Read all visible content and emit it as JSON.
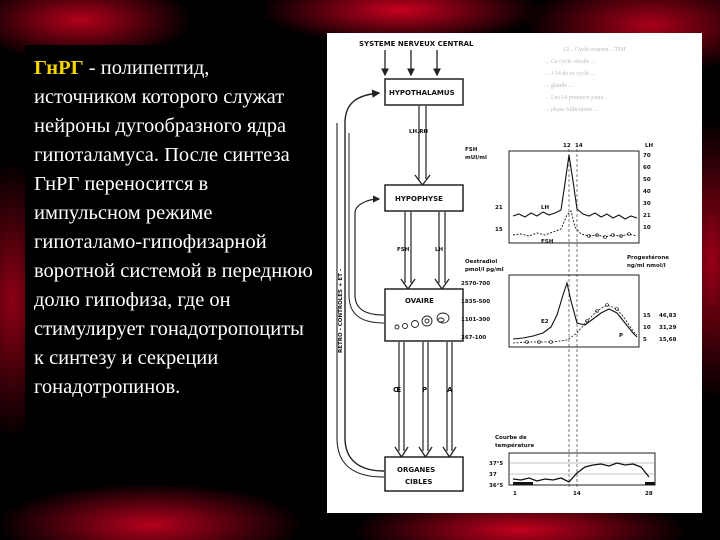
{
  "slide": {
    "term": "ГнРГ",
    "text": " - полипептид, источником которого служат нейроны дугообразного ядра гипоталамуса. После синтеза ГнРГ переносится в импульсном режиме гипоталамо-гипофизарной воротной системой в переднюю долю гипофиза, где он стимулирует гонадотропоциты к синтезу и секреции гонадотропинов."
  },
  "diagram": {
    "top": "SYSTEME NERVEUX CENTRAL",
    "hypothalamus": "HYPOTHALAMUS",
    "lhrh": "LH.RH",
    "hypophyse": "HYPOPHYSE",
    "fsh": "FSH",
    "lh": "LH",
    "ovaire": "OVAIRE",
    "oe": "Œ",
    "p": "P",
    "a": "A",
    "organes_line1": "ORGANES",
    "organes_line2": "CIBLES",
    "feedback": "RETRO - CONTROLES + ET -",
    "ghost_lines": [
      "12... Cycle ovarien... TSH",
      "... Ce cycle résulte ...",
      "... J 14 de ce cycle ...",
      "... glande ...",
      "... Les 14 premiers jours...",
      "... phase folliculaire ..."
    ]
  },
  "charts": {
    "gonadotropins": {
      "left_unit_line1": "FSH",
      "left_unit_line2": "mUI/ml",
      "right_unit": "LH",
      "peak_label_12": "12",
      "peak_label_14": "14",
      "left_ticks": [
        "21",
        "15"
      ],
      "right_ticks": [
        "70",
        "60",
        "50",
        "40",
        "30",
        "21",
        "10"
      ],
      "series_lh": "LH",
      "series_fsh": "FSH"
    },
    "steroids": {
      "left_title": "Oestradiol",
      "left_units": "pmol/l  pg/ml",
      "right_title": "Progestérone",
      "right_units": "ng/ml  nmol/l",
      "left_ticks": [
        "2570-700",
        "1835-500",
        "1101-300",
        "367-100"
      ],
      "right_ticks_ng": [
        "15",
        "10",
        "5"
      ],
      "right_ticks_nmol": [
        "46,83",
        "31,29",
        "15,68"
      ],
      "series_e2": "E2",
      "series_p": "P"
    },
    "temperature": {
      "title_line1": "Courbe de",
      "title_line2": "température",
      "ticks": [
        "37°5",
        "37",
        "36°5"
      ],
      "x_ticks": [
        "1",
        "14",
        "28"
      ]
    }
  }
}
